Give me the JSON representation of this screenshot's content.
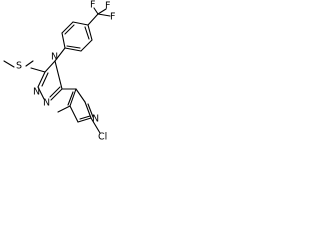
{
  "molecule": {
    "atoms": {
      "s1": "S",
      "n_top": "N",
      "n_left1": "N",
      "n_left2": "N",
      "n_pyr": "N",
      "cl": "Cl",
      "f1": "F",
      "f2": "F",
      "f3": "F"
    }
  },
  "colors": {
    "bond": "#000000",
    "background": "#ffffff"
  }
}
